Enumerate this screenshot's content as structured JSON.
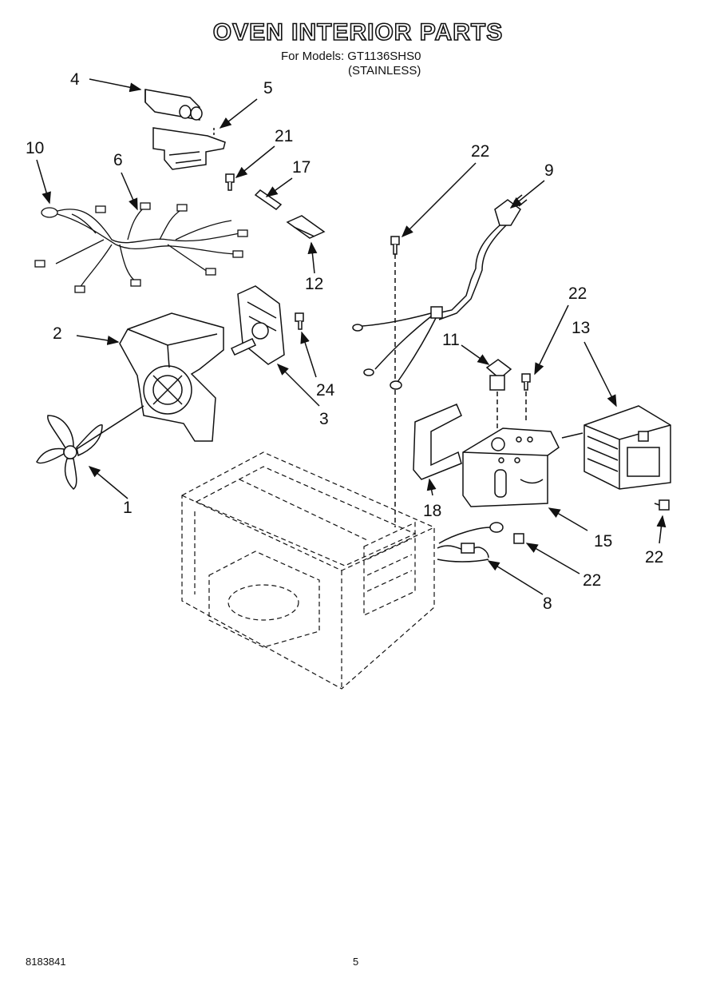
{
  "header": {
    "title": "OVEN INTERIOR PARTS",
    "models_label": "For Models:",
    "model_number": "GT1136SHS0",
    "finish": "(STAINLESS)"
  },
  "callouts": {
    "c1": "1",
    "c2": "2",
    "c3": "3",
    "c4": "4",
    "c5": "5",
    "c6": "6",
    "c8": "8",
    "c9": "9",
    "c10": "10",
    "c11": "11",
    "c12": "12",
    "c13": "13",
    "c15": "15",
    "c17": "17",
    "c18": "18",
    "c21": "21",
    "c22a": "22",
    "c22b": "22",
    "c22c": "22",
    "c22d": "22",
    "c24": "24"
  },
  "footer": {
    "doc_code": "8183841",
    "page_number": "5"
  }
}
